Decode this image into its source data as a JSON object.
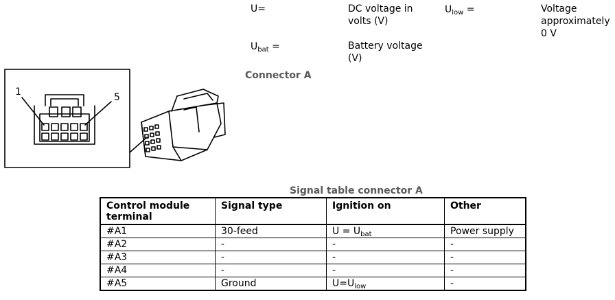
{
  "definitions": [
    {
      "term": "U=",
      "text": "DC voltage in volts (V)"
    },
    {
      "term_main": "U",
      "term_sub": "bat",
      "term_suffix": " =",
      "text": "Battery voltage (V)"
    },
    {
      "term_main": "U",
      "term_sub": "low",
      "term_suffix": " =",
      "text": "Voltage approximately 0 V"
    }
  ],
  "connector_heading": "Connector A",
  "figure": {
    "pin_label_left": "1",
    "pin_label_right": "5"
  },
  "table_caption": "Signal table connector A",
  "table": {
    "headers": [
      "Control module terminal",
      "Signal type",
      "Ignition on",
      "Other"
    ],
    "rows": [
      {
        "terminal": "#A1",
        "signal": "30-feed",
        "ign_main": "U = U",
        "ign_sub": "bat",
        "other": "Power supply"
      },
      {
        "terminal": "#A2",
        "signal": "-",
        "ign_main": "-",
        "ign_sub": "",
        "other": "-"
      },
      {
        "terminal": "#A3",
        "signal": "-",
        "ign_main": "-",
        "ign_sub": "",
        "other": "-"
      },
      {
        "terminal": "#A4",
        "signal": "-",
        "ign_main": "-",
        "ign_sub": "",
        "other": "-"
      },
      {
        "terminal": "#A5",
        "signal": "Ground",
        "ign_main": "U=U",
        "ign_sub": "low",
        "other": "-"
      }
    ]
  }
}
